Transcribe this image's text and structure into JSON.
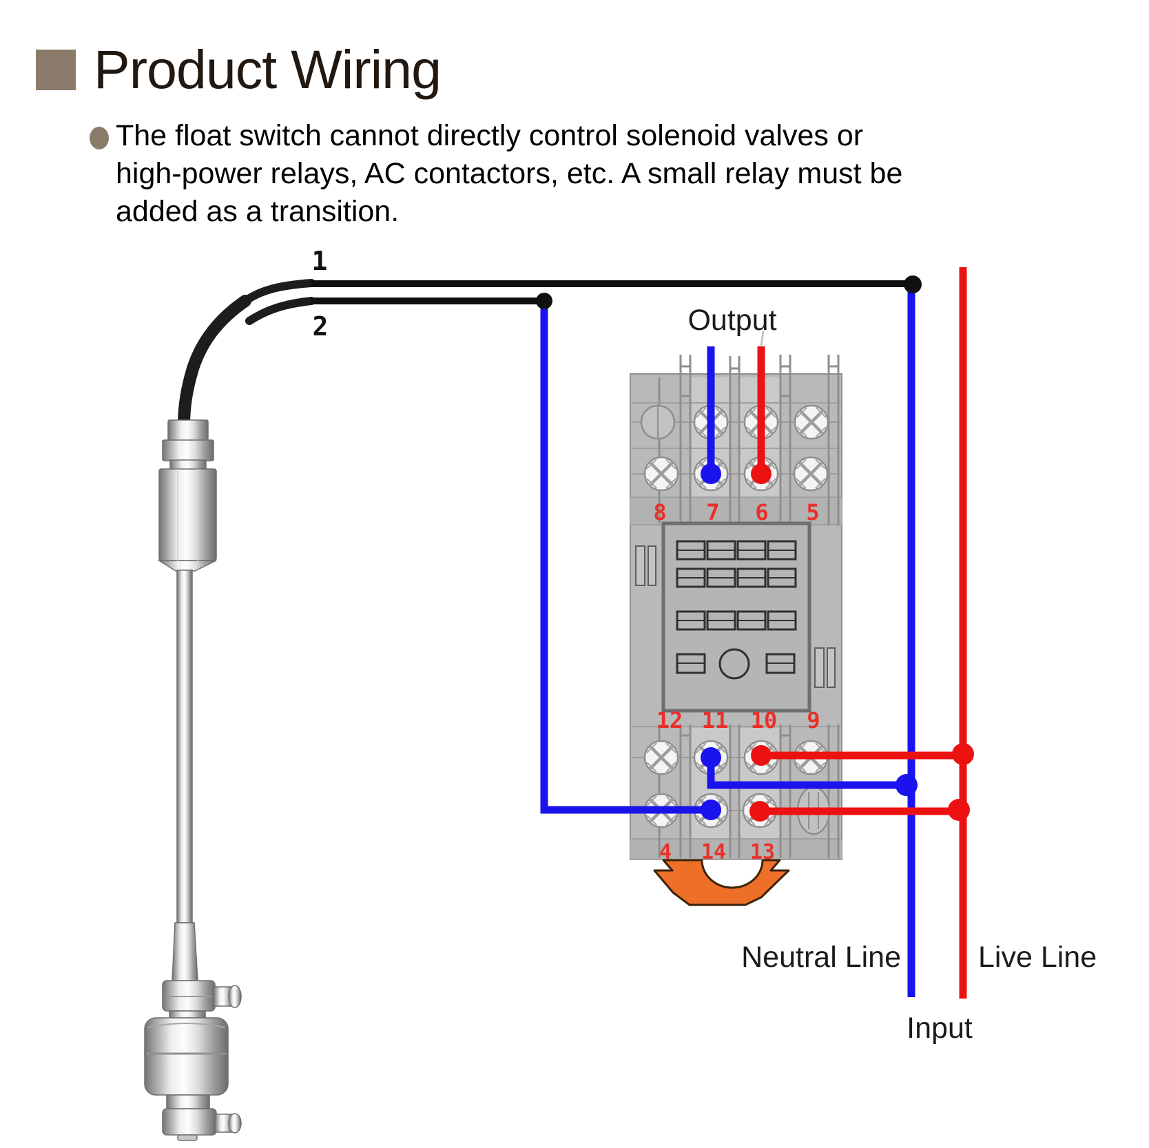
{
  "header": {
    "title": "Product Wiring"
  },
  "note": {
    "line1": "The float switch cannot directly control solenoid valves or",
    "line2": "high-power relays, AC contactors, etc. A small relay must be",
    "line3": "added as a transition."
  },
  "diagram": {
    "wire1_label": "1",
    "wire2_label": "2",
    "output_label": "Output",
    "neutral_label": "Neutral Line",
    "live_label": "Live Line",
    "input_label": "Input",
    "terminals": {
      "top": [
        "8",
        "7",
        "6",
        "5"
      ],
      "middle": [
        "12",
        "11",
        "10",
        "9"
      ],
      "bottom": [
        "4",
        "14",
        "13"
      ]
    },
    "colors": {
      "accent": "#8a7b6b",
      "wire_blue": "#1b13ee",
      "wire_red": "#ec1212",
      "wire_black": "#101010",
      "terminal_number": "#e93128",
      "socket_gray": "#b9b9b9",
      "clip_orange": "#ee6f28"
    }
  }
}
